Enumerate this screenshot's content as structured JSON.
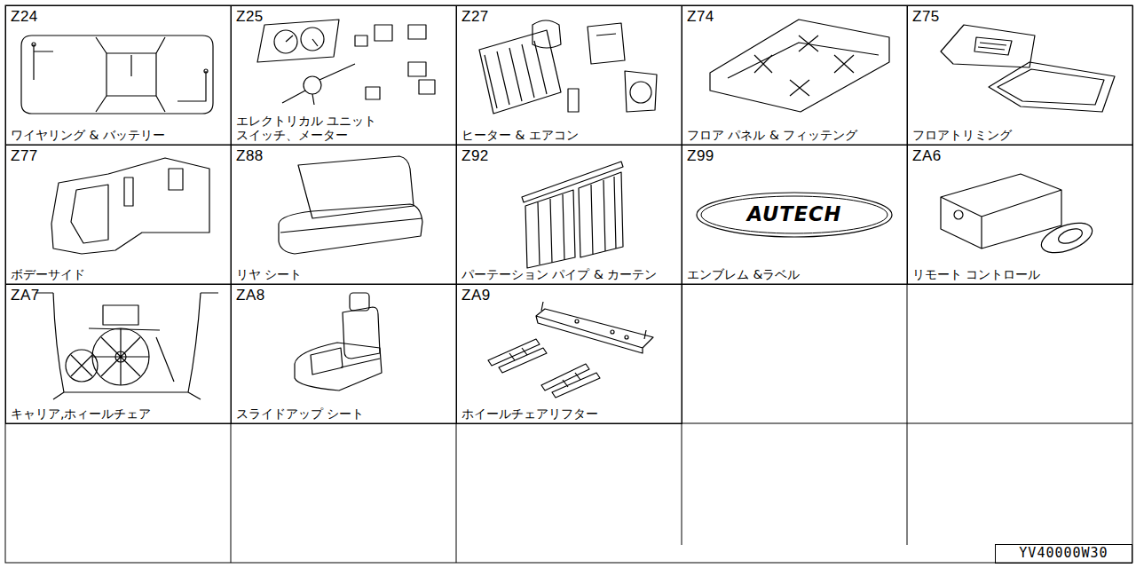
{
  "diagram": {
    "nodes": [
      {
        "text": [
          "Z24",
          "ワイヤリング & バッテリー"
        ]
      },
      {
        "text": [
          "Z25",
          "エレクトリカル ユニット スイッチ、メーター"
        ]
      },
      {
        "text": [
          "Z27",
          "ヒーター & エアコン"
        ]
      },
      {
        "text": [
          "Z74",
          "フロア パネル & フィッテング"
        ]
      },
      {
        "text": [
          "Z75",
          "フロアトリミング"
        ]
      },
      {
        "text": [
          "Z77",
          "ボデーサイド"
        ]
      },
      {
        "text": [
          "Z88",
          "リヤ シート"
        ]
      },
      {
        "text": [
          "Z92",
          "パーテーション パイプ & カーテン"
        ]
      },
      {
        "text": [
          "Z99",
          "エンブレム &ラベル"
        ]
      },
      {
        "text": [
          "AUTECH"
        ],
        "in": 8
      },
      {
        "text": [
          "ZA6",
          "リモート コントロール"
        ]
      },
      {
        "text": [
          "ZA7",
          "キャリア,ホィールチェア"
        ]
      },
      {
        "text": [
          "ZA8",
          "スライドアップ シート"
        ]
      },
      {
        "text": [
          "ZA9",
          "ホイールチェアリフター"
        ]
      },
      {
        "text": [
          "YV40000W30"
        ]
      }
    ]
  }
}
